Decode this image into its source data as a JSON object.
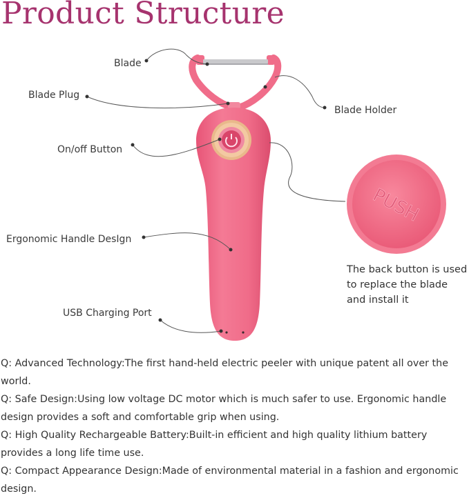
{
  "title": "Product Structure",
  "labels": {
    "blade": "Blade",
    "blade_plug": "Blade Plug",
    "blade_holder": "Blade Holder",
    "on_off": "On/off Button",
    "handle": "Ergonomic Handle DesIgn",
    "usb": "USB Charging Port"
  },
  "push_text": "PUSH",
  "back_button_note": [
    "The back button is used",
    "to replace the blade",
    "and install it"
  ],
  "features": [
    "Q: Advanced Technology:The first hand-held electric peeler with unique patent all over the world.",
    "Q: Safe Design:Using low voltage DC motor which is much safer to use. Ergonomic handle design provides a soft and comfortable grip when using.",
    "Q: High Quality Rechargeable Battery:Built-in efficient and high quality lithium battery provides a long life time use.",
    "Q: Compact Appearance Design:Made of environmental material in a fashion and ergonomic design."
  ],
  "colors": {
    "title": "#a6336e",
    "body_pink": "#f06d8a",
    "button_ring": "#e9b98b"
  }
}
